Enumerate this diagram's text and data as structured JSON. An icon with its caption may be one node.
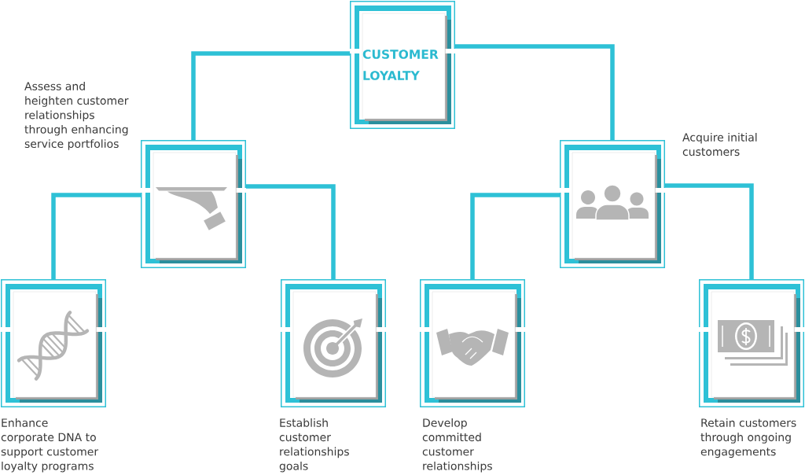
{
  "diagram": {
    "nodes": [
      {
        "text": [
          "CUSTOMER LOYALTY"
        ]
      },
      {
        "text": [],
        "shape": "picture",
        "beside": [
          "Assess and heighten customer relationships through enhancing service portfolios"
        ]
      },
      {
        "text": [],
        "shape": "picture",
        "beside": [
          "Acquire initial customers"
        ]
      },
      {
        "text": [],
        "shape": "picture",
        "beside": [
          "Enhance corporate DNA to support customer loyalty programs"
        ]
      },
      {
        "text": [],
        "shape": "picture",
        "beside": [
          "Establish customer relationships goals"
        ]
      },
      {
        "text": [],
        "shape": "picture",
        "beside": [
          "Develop committed customer relationships"
        ]
      },
      {
        "text": [],
        "shape": "picture",
        "beside": [
          "Retain customers through ongoing engagements"
        ]
      }
    ],
    "edges": [
      {
        "from": 0,
        "to": 1,
        "arrow": "none"
      },
      {
        "from": 0,
        "to": 2,
        "arrow": "none"
      },
      {
        "from": 1,
        "to": 3,
        "arrow": "none"
      },
      {
        "from": 1,
        "to": 4,
        "arrow": "none"
      },
      {
        "from": 2,
        "to": 5,
        "arrow": "none"
      },
      {
        "from": 2,
        "to": 6,
        "arrow": "none"
      }
    ]
  }
}
